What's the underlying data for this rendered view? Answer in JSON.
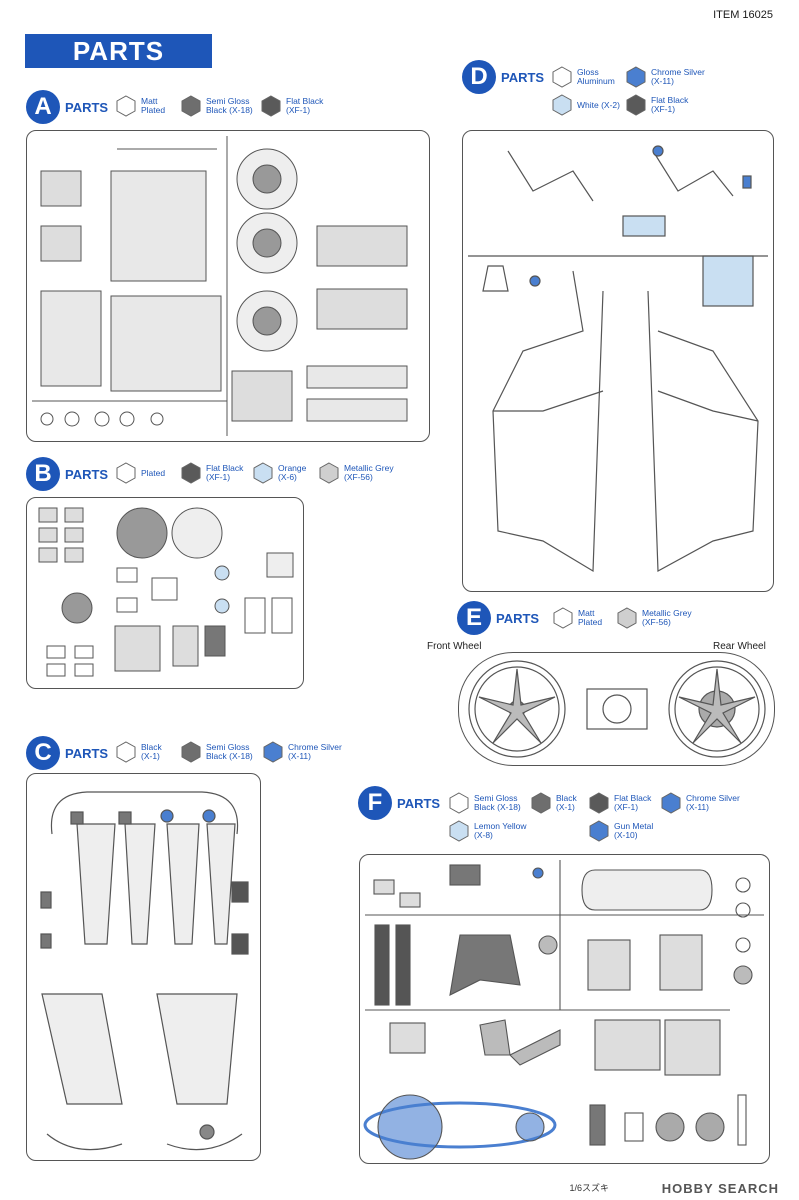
{
  "item": "ITEM 16025",
  "banner": "PARTS",
  "parts_word": "PARTS",
  "sections": {
    "A": {
      "letter": "A",
      "swatches": [
        {
          "label": "Matt\nPlated",
          "code": "",
          "color": "#ffffff"
        },
        {
          "label": "Semi Gloss\nBlack (X-18)",
          "code": "",
          "color": "#6e6e6e"
        },
        {
          "label": "Flat Black\n(XF-1)",
          "code": "",
          "color": "#5a5a5a"
        }
      ]
    },
    "B": {
      "letter": "B",
      "swatches": [
        {
          "label": "Plated",
          "color": "#ffffff"
        },
        {
          "label": "Flat Black\n(XF-1)",
          "color": "#5a5a5a"
        },
        {
          "label": "Orange\n(X-6)",
          "color": "#c9dff2"
        },
        {
          "label": "Metallic Grey\n(XF-56)",
          "color": "#cfcfcf"
        }
      ]
    },
    "C": {
      "letter": "C",
      "swatches": [
        {
          "label": "Black\n(X-1)",
          "color": "#ffffff"
        },
        {
          "label": "Semi Gloss\nBlack (X-18)",
          "color": "#6e6e6e"
        },
        {
          "label": "Chrome Silver\n(X-11)",
          "color": "#4a7fd0"
        }
      ]
    },
    "D": {
      "letter": "D",
      "swatches": [
        {
          "label": "Gloss\nAluminum",
          "color": "#ffffff"
        },
        {
          "label": "Chrome Silver\n(X-11)",
          "color": "#4a7fd0"
        },
        {
          "label": "White (X-2)",
          "color": "#c9dff2"
        },
        {
          "label": "Flat Black\n(XF-1)",
          "color": "#5a5a5a"
        }
      ]
    },
    "E": {
      "letter": "E",
      "swatches": [
        {
          "label": "Matt\nPlated",
          "color": "#ffffff"
        },
        {
          "label": "Metallic Grey\n(XF-56)",
          "color": "#cfcfcf"
        }
      ]
    },
    "F": {
      "letter": "F",
      "swatches": [
        {
          "label": "Semi Gloss\nBlack (X-18)",
          "color": "#ffffff"
        },
        {
          "label": "Black\n(X-1)",
          "color": "#6e6e6e"
        },
        {
          "label": "Flat Black\n(XF-1)",
          "color": "#5a5a5a"
        },
        {
          "label": "Chrome Silver\n(X-11)",
          "color": "#4a7fd0"
        },
        {
          "label": "Lemon Yellow\n(X-8)",
          "color": "#c9dff2"
        },
        {
          "label": "Gun Metal\n(X-10)",
          "color": "#4a7fd0"
        }
      ]
    }
  },
  "wheels": {
    "front": "Front Wheel",
    "rear": "Rear Wheel"
  },
  "footer": "1/6スズキ",
  "watermark": "HOBBY SEARCH",
  "colors": {
    "accent": "#1e56b8",
    "chrome": "#4a7fd0",
    "light_blue": "#c9dff2"
  }
}
